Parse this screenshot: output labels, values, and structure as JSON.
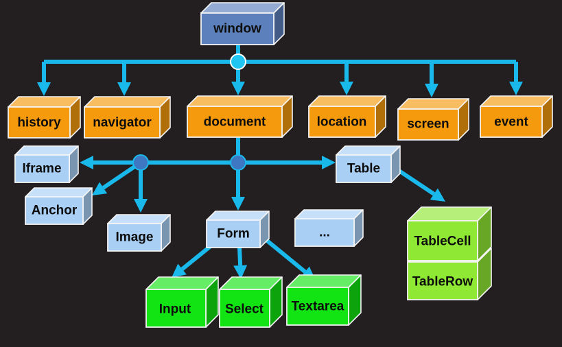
{
  "colors": {
    "background": "#231f20",
    "connector": "#1ab9ec",
    "window_box": "#5b80bc",
    "orange_box": "#f59a0c",
    "light_blue_box": "#a9cff5",
    "green_box": "#12e312",
    "lime_box": "#8fe833",
    "junction_cyan": "#20c5f2",
    "junction_blue": "#3f78c2"
  },
  "nodes": {
    "window": "window",
    "history": "history",
    "navigator": "navigator",
    "document": "document",
    "location": "location",
    "screen": "screen",
    "event": "event",
    "iframe": "Iframe",
    "anchor": "Anchor",
    "image": "Image",
    "form": "Form",
    "ellipsis": "...",
    "table": "Table",
    "input": "Input",
    "select": "Select",
    "textarea": "Textarea",
    "tablecell": "TableCell",
    "tablerow": "TableRow"
  }
}
